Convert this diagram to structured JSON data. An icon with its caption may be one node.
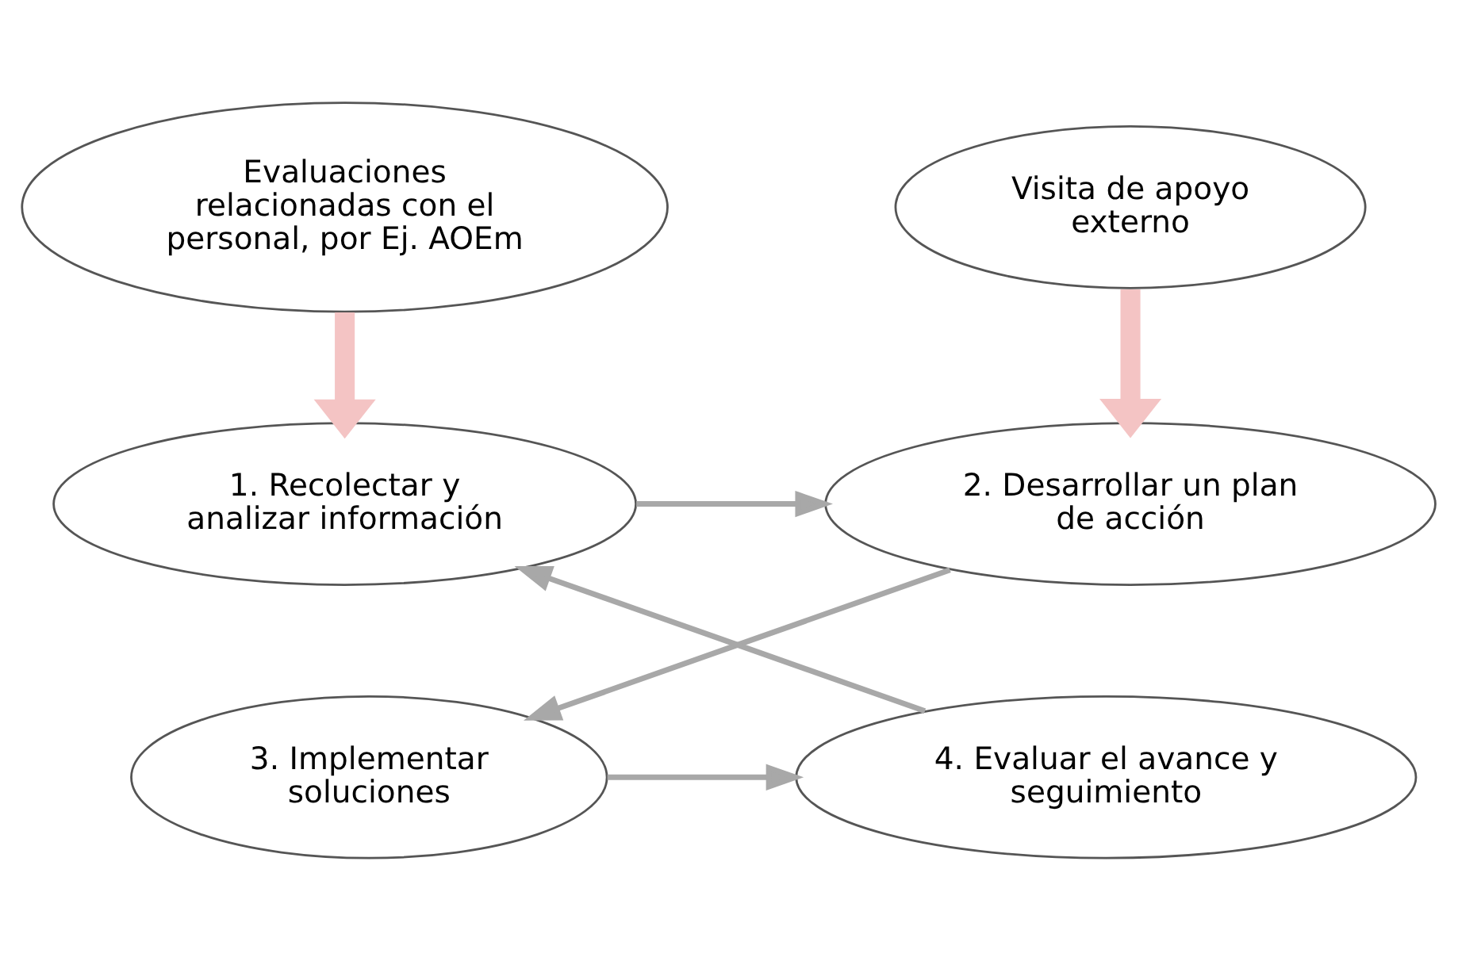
{
  "diagram": {
    "nodes": [
      {
        "text": [
          "Evaluaciones relacionadas con el personal, por Ej. AOEm"
        ]
      },
      {
        "text": [
          "Visita de apoyo externo"
        ]
      },
      {
        "text": [
          "1. Recolectar y analizar información"
        ]
      },
      {
        "text": [
          "2. Desarrollar un plan de acción"
        ]
      },
      {
        "text": [
          "3. Implementar soluciones"
        ]
      },
      {
        "text": [
          "4. Evaluar el avance y seguimiento"
        ]
      }
    ],
    "edges": [
      {
        "from": 0,
        "to": 2,
        "arrow": "to",
        "style": "thick",
        "color": "#f4c4c4"
      },
      {
        "from": 1,
        "to": 3,
        "arrow": "to",
        "style": "thick",
        "color": "#f4c4c4"
      },
      {
        "from": 2,
        "to": 3,
        "arrow": "to"
      },
      {
        "from": 3,
        "to": 4,
        "arrow": "to"
      },
      {
        "from": 4,
        "to": 5,
        "arrow": "to"
      },
      {
        "from": 5,
        "to": 2,
        "arrow": "to"
      }
    ]
  }
}
